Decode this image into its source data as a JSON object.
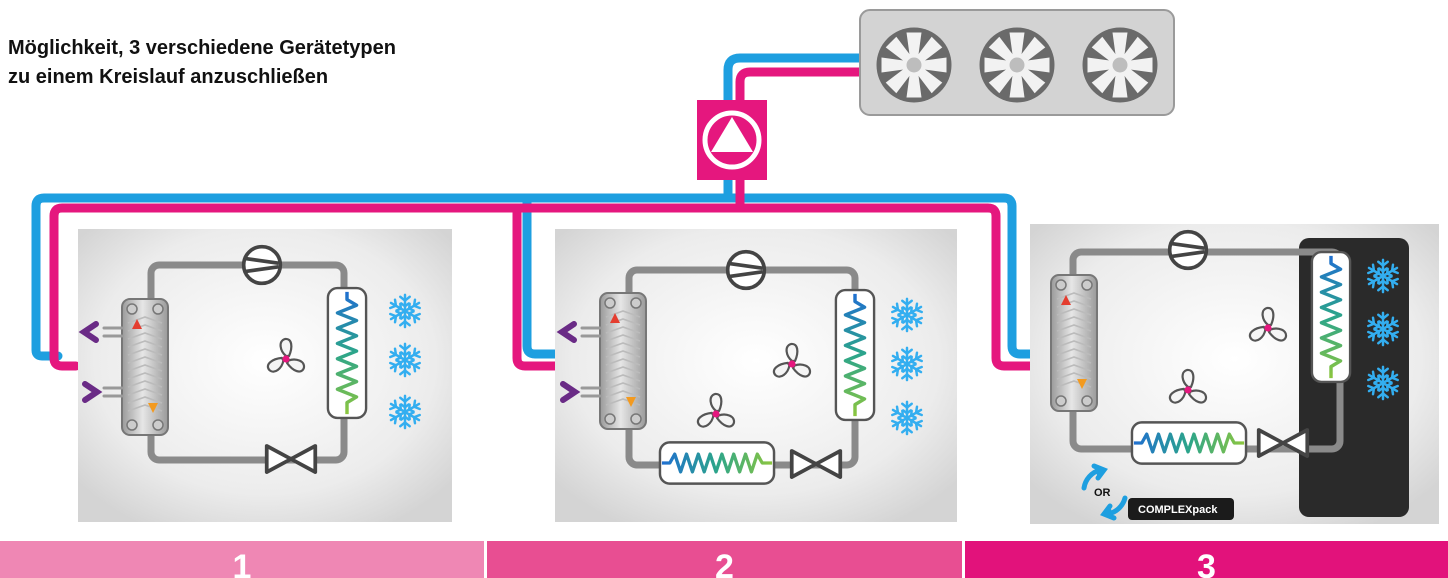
{
  "headline": {
    "line1": "Möglichkeit, 3 verschiedene Gerätetypen",
    "line2": "zu einem Kreislauf anzuschließen"
  },
  "units": [
    {
      "number": "1"
    },
    {
      "number": "2"
    },
    {
      "number": "3"
    }
  ],
  "unit3": {
    "or_label": "OR",
    "pack_label": "COMPLEXpack"
  },
  "colors": {
    "pipe_blue": "#1e9fe0",
    "pipe_magenta": "#e5177e",
    "tab1": "#ef87b4",
    "tab2": "#e84e92",
    "tab3": "#e2127b",
    "refrigerant_loop": "#8a8a8a",
    "snow": "#33aef0",
    "arrow_purple": "#6a2b86"
  },
  "icons": [
    "dry-cooler-fan-icon",
    "pump-icon",
    "compressor-icon",
    "expansion-valve-icon",
    "fan-icon",
    "snowflake-icon",
    "heat-exchanger-icon",
    "coil-icon",
    "swap-arrows-icon"
  ]
}
